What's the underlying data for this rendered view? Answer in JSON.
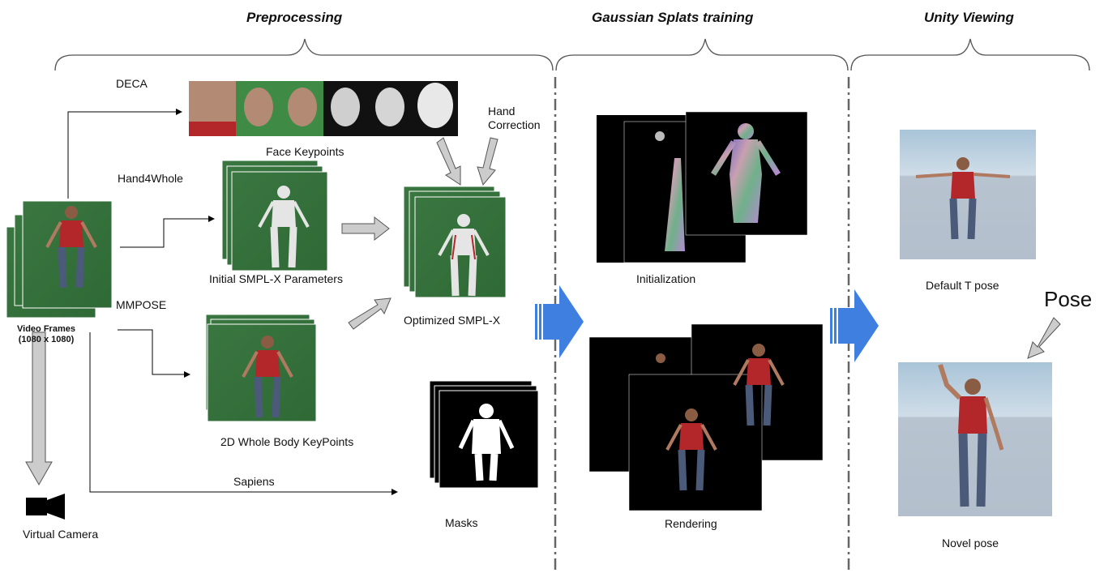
{
  "sections": {
    "preprocessing": "Preprocessing",
    "training": "Gaussian Splats training",
    "viewing": "Unity Viewing"
  },
  "labels": {
    "deca": "DECA",
    "hand4whole": "Hand4Whole",
    "mmpose": "MMPOSE",
    "sapiens": "Sapiens",
    "video_frames": "Video Frames",
    "video_res": "(1080 x 1080)",
    "virtual_camera": "Virtual Camera",
    "face_keypoints": "Face Keypoints",
    "initial_smplx": "Initial SMPL-X Parameters",
    "whole_body_kp": "2D Whole Body KeyPoints",
    "hand_correction_1": "Hand",
    "hand_correction_2": "Correction",
    "optimized_smplx": "Optimized SMPL-X",
    "masks": "Masks",
    "initialization": "Initialization",
    "rendering": "Rendering",
    "default_tpose": "Default T pose",
    "novel_pose": "Novel pose",
    "pose": "Pose"
  },
  "colors": {
    "green_screen": "#3c7a3f",
    "accent_arrow": "#3f7fe0",
    "shirt": "#b3262a",
    "jeans": "#4a5a78",
    "gray_arrow": "#c8c8c8"
  }
}
